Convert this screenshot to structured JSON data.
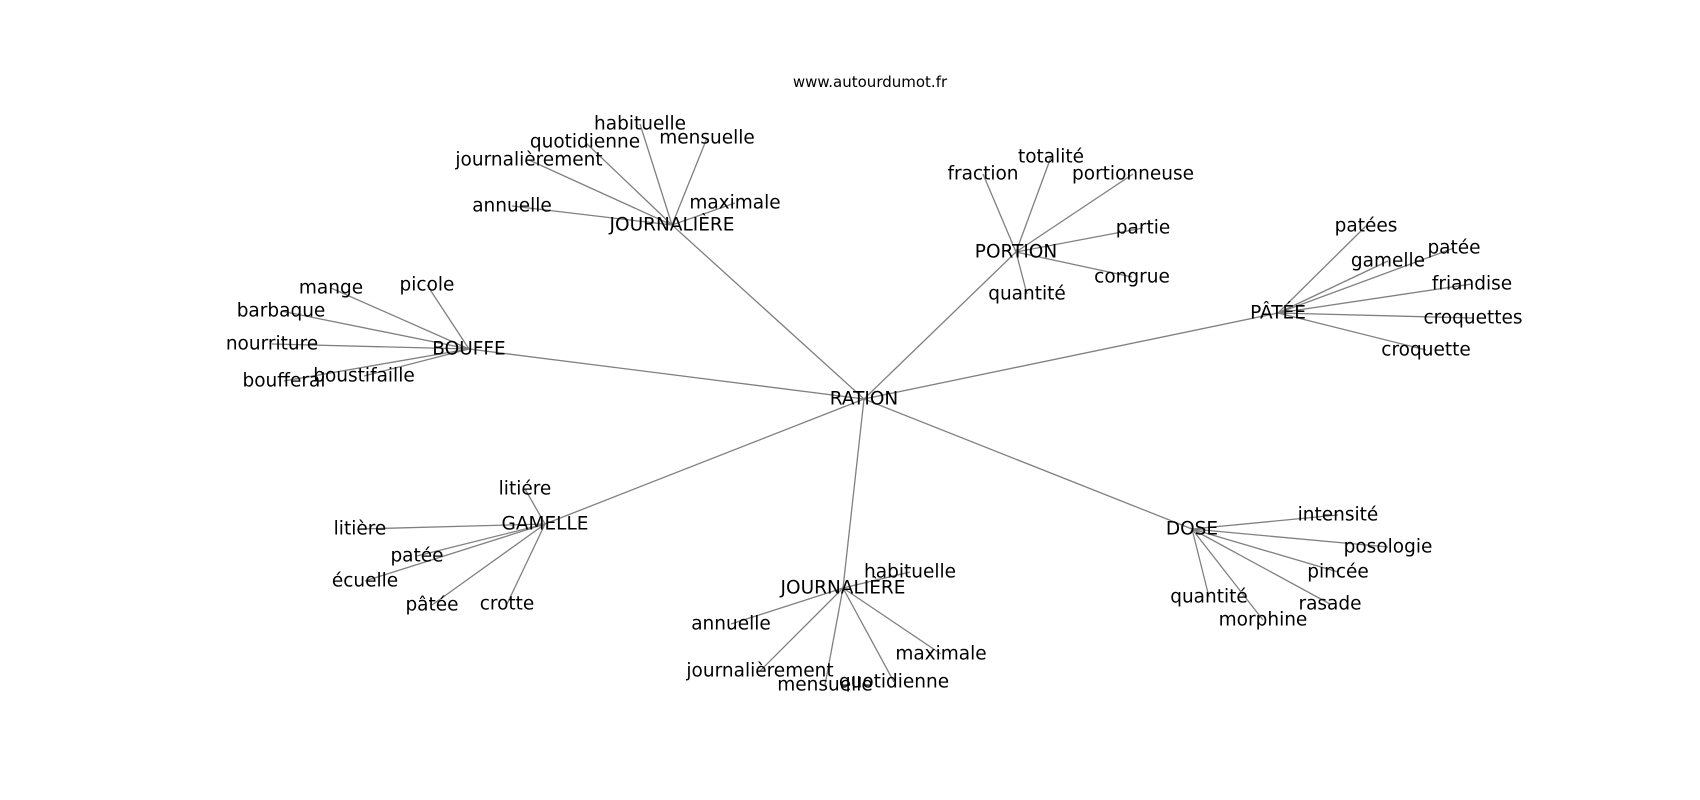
{
  "source": "www.autourdumot.fr",
  "edge_color": "#808080",
  "text_color": "#000000",
  "graph": {
    "center": "RATION",
    "nodes": [
      {
        "id": "ration",
        "label": "RATION"
      },
      {
        "id": "journaliere-top",
        "label": "JOURNALIÈRE"
      },
      {
        "id": "portion",
        "label": "PORTION"
      },
      {
        "id": "patee-hub",
        "label": "PÂTÉE"
      },
      {
        "id": "bouffe",
        "label": "BOUFFE"
      },
      {
        "id": "gamelle-hub",
        "label": "GAMELLE"
      },
      {
        "id": "journaliere-bottom",
        "label": "JOURNALIÈRE"
      },
      {
        "id": "dose",
        "label": "DOSE"
      },
      {
        "id": "jt-habituelle",
        "label": "habituelle"
      },
      {
        "id": "jt-quotidienne",
        "label": "quotidienne"
      },
      {
        "id": "jt-mensuelle",
        "label": "mensuelle"
      },
      {
        "id": "jt-journalierement",
        "label": "journalièrement"
      },
      {
        "id": "jt-annuelle",
        "label": "annuelle"
      },
      {
        "id": "jt-maximale",
        "label": "maximale"
      },
      {
        "id": "po-fraction",
        "label": "fraction"
      },
      {
        "id": "po-totalite",
        "label": "totalité"
      },
      {
        "id": "po-portionneuse",
        "label": "portionneuse"
      },
      {
        "id": "po-partie",
        "label": "partie"
      },
      {
        "id": "po-congrue",
        "label": "congrue"
      },
      {
        "id": "po-quantite",
        "label": "quantité"
      },
      {
        "id": "pa-patees",
        "label": "patées"
      },
      {
        "id": "pa-patee",
        "label": "patée"
      },
      {
        "id": "pa-gamelle",
        "label": "gamelle"
      },
      {
        "id": "pa-friandise",
        "label": "friandise"
      },
      {
        "id": "pa-croquettes",
        "label": "croquettes"
      },
      {
        "id": "pa-croquette",
        "label": "croquette"
      },
      {
        "id": "bo-mange",
        "label": "mange"
      },
      {
        "id": "bo-picole",
        "label": "picole"
      },
      {
        "id": "bo-barbaque",
        "label": "barbaque"
      },
      {
        "id": "bo-nourriture",
        "label": "nourriture"
      },
      {
        "id": "bo-boustifaille",
        "label": "boustifaille"
      },
      {
        "id": "bo-boufferai",
        "label": "boufferai"
      },
      {
        "id": "ga-litiere-aigu",
        "label": "litiére"
      },
      {
        "id": "ga-litiere",
        "label": "litière"
      },
      {
        "id": "ga-patee",
        "label": "patée"
      },
      {
        "id": "ga-ecuelle",
        "label": "écuelle"
      },
      {
        "id": "ga-patee-circ",
        "label": "pâtée"
      },
      {
        "id": "ga-crotte",
        "label": "crotte"
      },
      {
        "id": "jb-habituelle",
        "label": "habituelle"
      },
      {
        "id": "jb-annuelle",
        "label": "annuelle"
      },
      {
        "id": "jb-maximale",
        "label": "maximale"
      },
      {
        "id": "jb-journalierement",
        "label": "journalièrement"
      },
      {
        "id": "jb-mensuelle",
        "label": "mensuelle"
      },
      {
        "id": "jb-quotidienne",
        "label": "quotidienne"
      },
      {
        "id": "do-intensite",
        "label": "intensité"
      },
      {
        "id": "do-posologie",
        "label": "posologie"
      },
      {
        "id": "do-pincee",
        "label": "pincée"
      },
      {
        "id": "do-rasade",
        "label": "rasade"
      },
      {
        "id": "do-quantite",
        "label": "quantité"
      },
      {
        "id": "do-morphine",
        "label": "morphine"
      }
    ],
    "edges": [
      [
        "ration",
        "journaliere-top"
      ],
      [
        "ration",
        "portion"
      ],
      [
        "ration",
        "patee-hub"
      ],
      [
        "ration",
        "bouffe"
      ],
      [
        "ration",
        "gamelle-hub"
      ],
      [
        "ration",
        "journaliere-bottom"
      ],
      [
        "ration",
        "dose"
      ],
      [
        "journaliere-top",
        "jt-habituelle"
      ],
      [
        "journaliere-top",
        "jt-quotidienne"
      ],
      [
        "journaliere-top",
        "jt-mensuelle"
      ],
      [
        "journaliere-top",
        "jt-journalierement"
      ],
      [
        "journaliere-top",
        "jt-annuelle"
      ],
      [
        "journaliere-top",
        "jt-maximale"
      ],
      [
        "portion",
        "po-fraction"
      ],
      [
        "portion",
        "po-totalite"
      ],
      [
        "portion",
        "po-portionneuse"
      ],
      [
        "portion",
        "po-partie"
      ],
      [
        "portion",
        "po-congrue"
      ],
      [
        "portion",
        "po-quantite"
      ],
      [
        "patee-hub",
        "pa-patees"
      ],
      [
        "patee-hub",
        "pa-patee"
      ],
      [
        "patee-hub",
        "pa-gamelle"
      ],
      [
        "patee-hub",
        "pa-friandise"
      ],
      [
        "patee-hub",
        "pa-croquettes"
      ],
      [
        "patee-hub",
        "pa-croquette"
      ],
      [
        "bouffe",
        "bo-mange"
      ],
      [
        "bouffe",
        "bo-picole"
      ],
      [
        "bouffe",
        "bo-barbaque"
      ],
      [
        "bouffe",
        "bo-nourriture"
      ],
      [
        "bouffe",
        "bo-boustifaille"
      ],
      [
        "bouffe",
        "bo-boufferai"
      ],
      [
        "gamelle-hub",
        "ga-litiere-aigu"
      ],
      [
        "gamelle-hub",
        "ga-litiere"
      ],
      [
        "gamelle-hub",
        "ga-patee"
      ],
      [
        "gamelle-hub",
        "ga-ecuelle"
      ],
      [
        "gamelle-hub",
        "ga-patee-circ"
      ],
      [
        "gamelle-hub",
        "ga-crotte"
      ],
      [
        "journaliere-bottom",
        "jb-habituelle"
      ],
      [
        "journaliere-bottom",
        "jb-annuelle"
      ],
      [
        "journaliere-bottom",
        "jb-maximale"
      ],
      [
        "journaliere-bottom",
        "jb-journalierement"
      ],
      [
        "journaliere-bottom",
        "jb-mensuelle"
      ],
      [
        "journaliere-bottom",
        "jb-quotidienne"
      ],
      [
        "dose",
        "do-intensite"
      ],
      [
        "dose",
        "do-posologie"
      ],
      [
        "dose",
        "do-pincee"
      ],
      [
        "dose",
        "do-rasade"
      ],
      [
        "dose",
        "do-quantite"
      ],
      [
        "dose",
        "do-morphine"
      ]
    ]
  }
}
